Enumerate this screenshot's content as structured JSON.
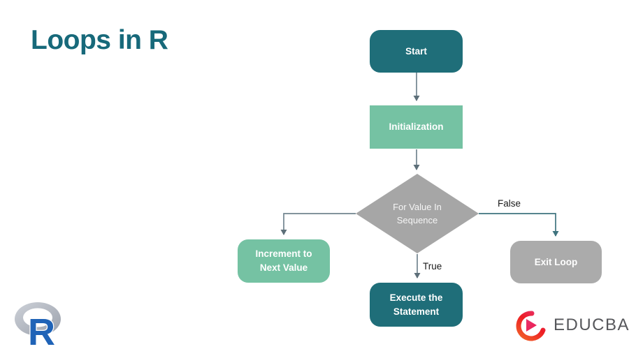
{
  "page": {
    "title": "Loops in R",
    "title_color": "#17697a",
    "background": "#ffffff"
  },
  "flowchart": {
    "nodes": {
      "start": {
        "label": "Start",
        "fill": "#1f6e79",
        "text_color": "#ffffff"
      },
      "initialization": {
        "label": "Initialization",
        "fill": "#75c2a3",
        "text_color": "#ffffff"
      },
      "decision": {
        "label": "For Value In Sequence",
        "fill": "#a6a6a6",
        "text_color": "#f5f5f5"
      },
      "increment": {
        "label": "Increment to Next Value",
        "fill": "#75c2a3",
        "text_color": "#ffffff"
      },
      "exit_loop": {
        "label": "Exit Loop",
        "fill": "#ababab",
        "text_color": "#ffffff"
      },
      "execute": {
        "label": "Execute the Statement",
        "fill": "#1f6e79",
        "text_color": "#ffffff"
      }
    },
    "edge_labels": {
      "true": "True",
      "false": "False"
    },
    "arrow_color": "#72858f",
    "false_arrow_color": "#3f747f"
  },
  "branding": {
    "r_logo": {
      "letter": "R",
      "letter_color": "#1f63b7",
      "ring_color": "#bcc2ca"
    },
    "educba": {
      "wordmark": "EDUCBA",
      "wordmark_color": "#56575b",
      "icon_gradient": [
        "#f15a29",
        "#ed1c24",
        "#e8336d"
      ]
    }
  }
}
